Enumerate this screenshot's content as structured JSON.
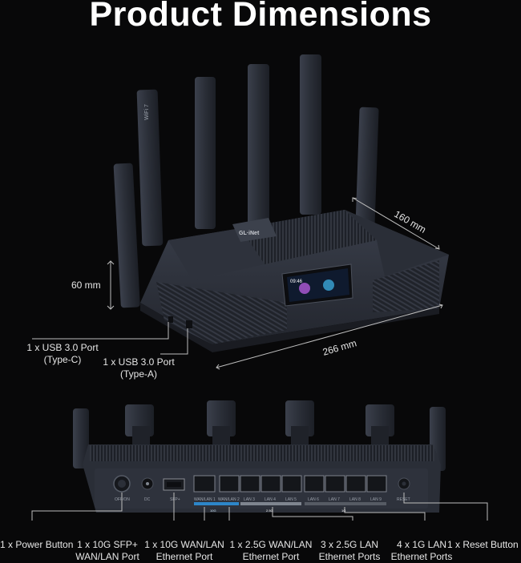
{
  "title": "Product Dimensions",
  "dimensions": {
    "depth": "160 mm",
    "height": "60 mm",
    "width": "266 mm"
  },
  "front_labels": {
    "usb_c": [
      "1 x USB 3.0 Port",
      "(Type-C)"
    ],
    "usb_a": [
      "1 x USB 3.0 Port",
      "(Type-A)"
    ]
  },
  "screen": {
    "time": "09:46"
  },
  "brand": "GL·iNet",
  "antenna_text": "WiFi 7",
  "rear_port_labels": [
    "OFF/ON",
    "DC",
    "SFP+",
    "WAN/LAN 1",
    "WAN/LAN 2",
    "LAN 3",
    "LAN 4",
    "LAN 5",
    "LAN 6",
    "LAN 7",
    "LAN 8",
    "LAN 9",
    "RESET"
  ],
  "rear_group_tags": [
    "10G",
    "2.5G",
    "1G"
  ],
  "rear_labels": {
    "power": [
      "1 x Power Button"
    ],
    "sfp": [
      "1 x 10G SFP+",
      "WAN/LAN Port"
    ],
    "wan10g": [
      "1 x 10G WAN/LAN",
      "Ethernet Port"
    ],
    "wan25g": [
      "1 x 2.5G WAN/LAN",
      "Ethernet Port"
    ],
    "lan25g": [
      "3 x 2.5G LAN",
      "Ethernet Ports"
    ],
    "lan1g": [
      "4 x 1G LAN",
      "Ethernet Ports"
    ],
    "reset": [
      "1 x Reset Button"
    ]
  },
  "colors": {
    "background": "#080809",
    "device_body": "#2c303a",
    "accent_blue": "#2d86c9",
    "label_text": "#e6e6e6"
  }
}
